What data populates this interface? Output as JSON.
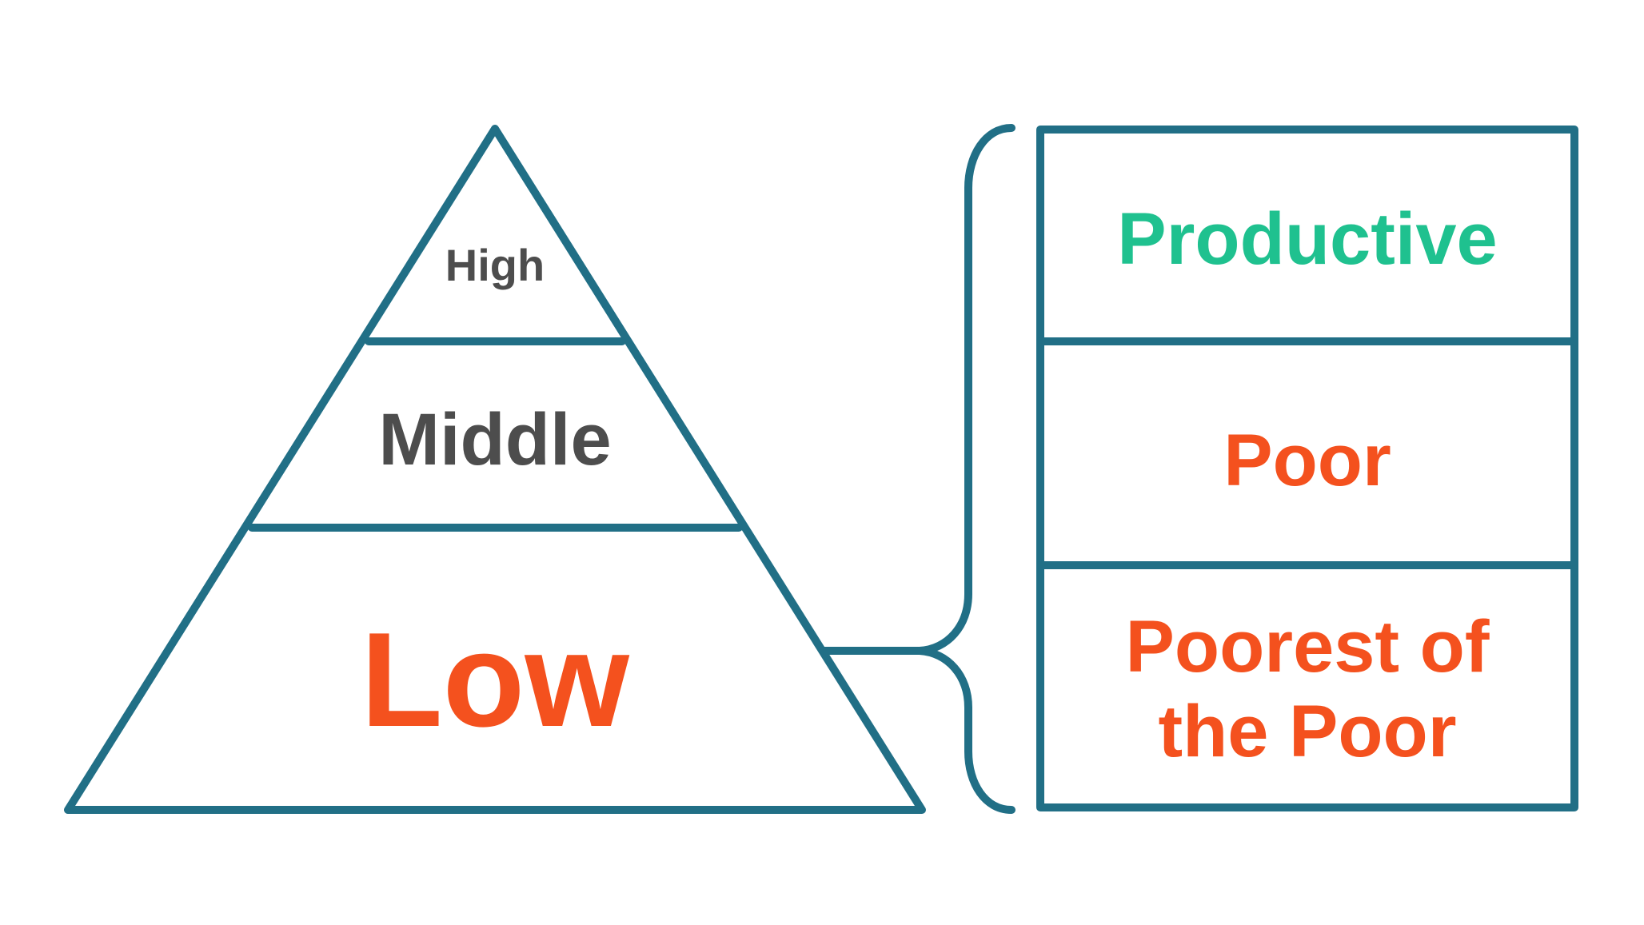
{
  "pyramid": {
    "levels": [
      {
        "label": "High",
        "color": "#4d4d4d"
      },
      {
        "label": "Middle",
        "color": "#4d4d4d"
      },
      {
        "label": "Low",
        "color": "#f4511e"
      }
    ],
    "stroke_color": "#216f86"
  },
  "categories": {
    "rows": [
      {
        "line1": "Productive",
        "line2": "",
        "color": "#1fc18f"
      },
      {
        "line1": "Poor",
        "line2": "",
        "color": "#f4511e"
      },
      {
        "line1": "Poorest of",
        "line2": "the Poor",
        "color": "#f4511e"
      }
    ]
  }
}
